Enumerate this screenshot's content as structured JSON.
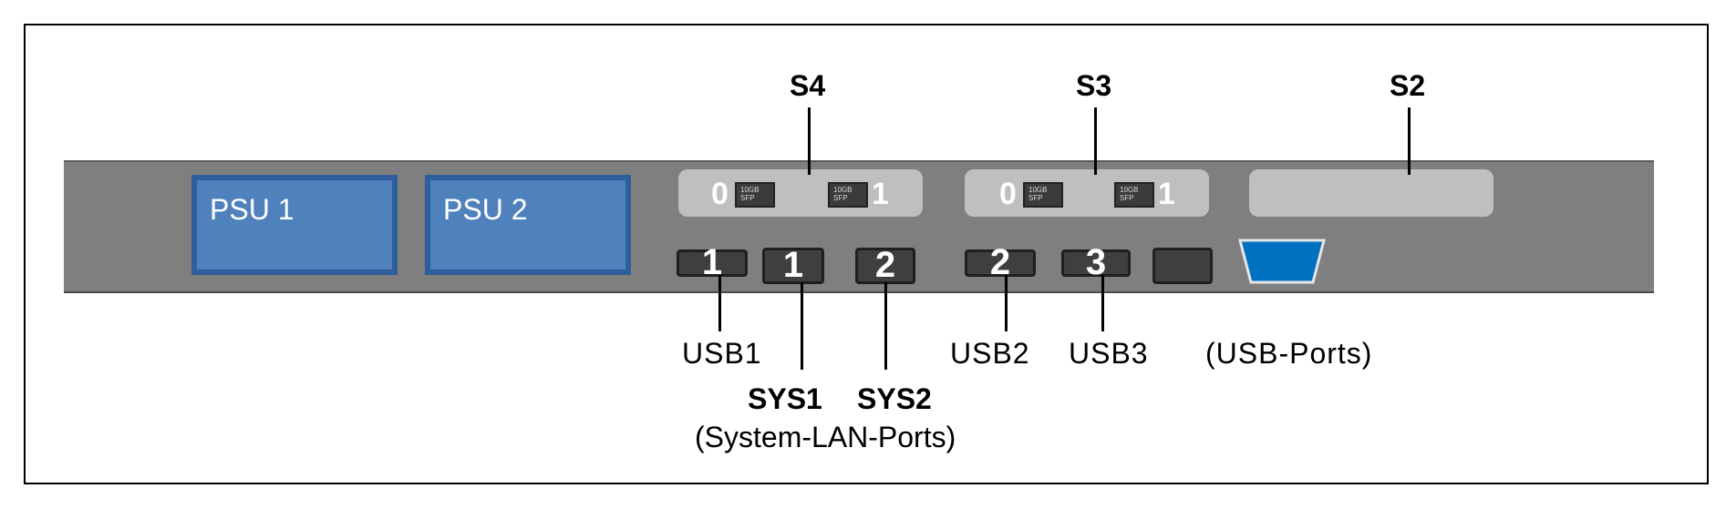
{
  "psus": [
    {
      "label": "PSU 1"
    },
    {
      "label": "PSU 2"
    }
  ],
  "slots": {
    "s4": {
      "label": "S4",
      "port_left": "0",
      "port_right": "1",
      "module_text": "10GB SFP"
    },
    "s3": {
      "label": "S3",
      "port_left": "0",
      "port_right": "1",
      "module_text": "10GB SFP"
    },
    "s2": {
      "label": "S2"
    }
  },
  "ports": {
    "usb1_num": "1",
    "sys1_num": "1",
    "sys2_num": "2",
    "usb2_num": "2",
    "usb3_num": "3"
  },
  "labels": {
    "usb1": "USB1",
    "usb2": "USB2",
    "usb3": "USB3",
    "usb_ports": "(USB-Ports)",
    "sys1": "SYS1",
    "sys2": "SYS2",
    "system_lan_ports": "(System-LAN-Ports)"
  },
  "colors": {
    "chassis": "#7f7f7f",
    "psu_fill": "#4f81bd",
    "psu_border": "#2f5e9c",
    "slot": "#bfbfbf",
    "usb_connector": "#0070c0"
  }
}
